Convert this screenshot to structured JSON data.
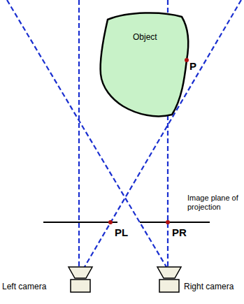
{
  "diagram": {
    "nodes": [
      {
        "text": [
          "Object"
        ]
      }
    ],
    "labels": [
      "P",
      "PL",
      "PR",
      "Image plane of projection",
      "Left camera",
      "Right camera"
    ]
  }
}
